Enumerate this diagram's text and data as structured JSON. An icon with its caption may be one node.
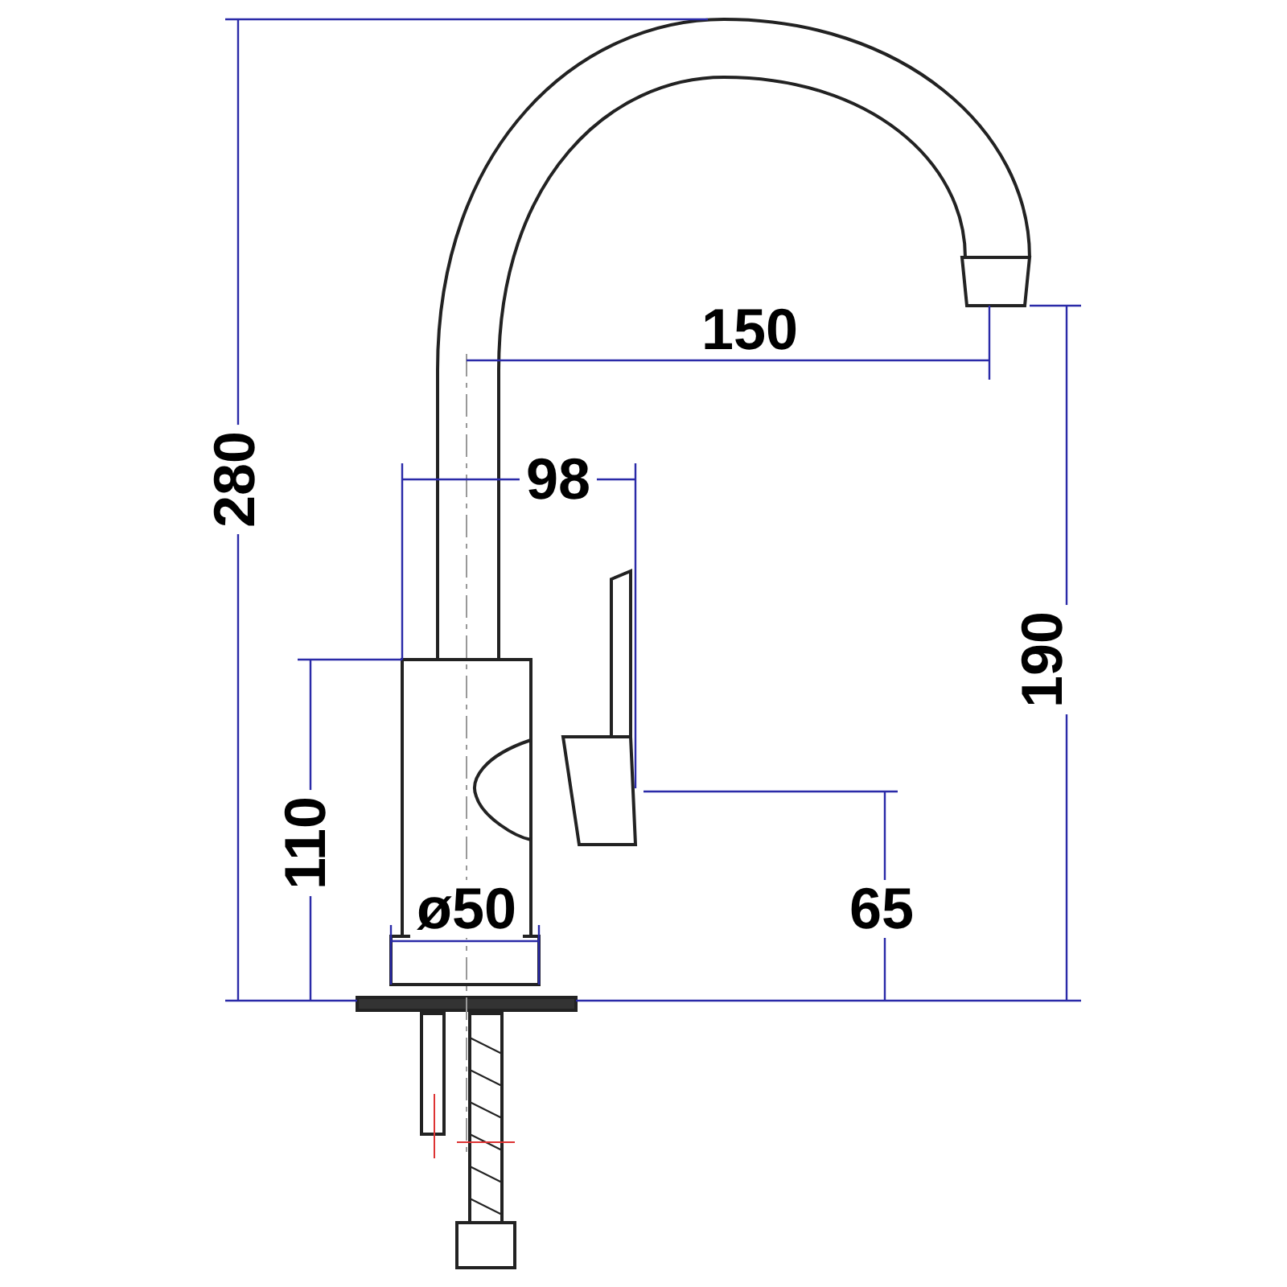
{
  "diagram": {
    "labels": [
      "150",
      "280",
      "98",
      "190",
      "110",
      "ø50",
      "65"
    ]
  }
}
